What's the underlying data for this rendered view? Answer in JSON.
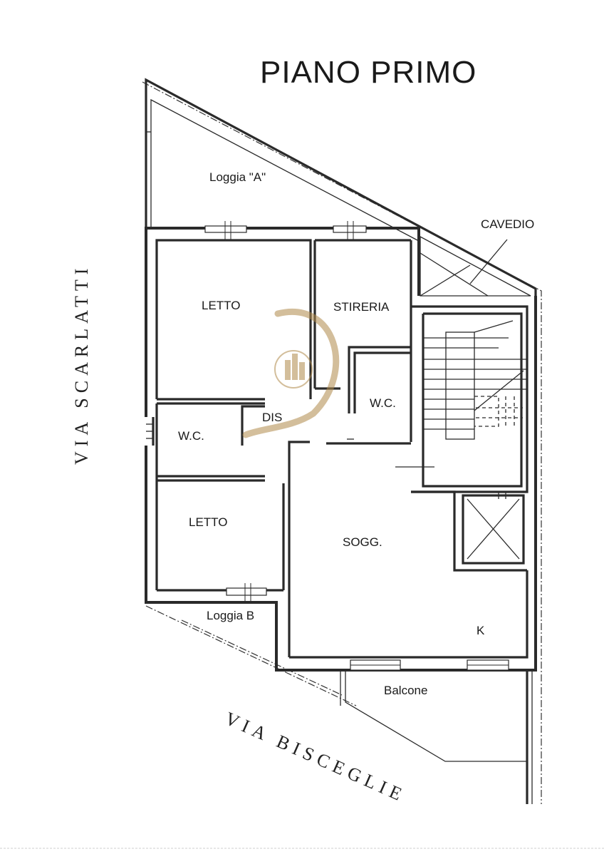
{
  "plan": {
    "title": "PIANO PRIMO",
    "rooms": {
      "loggia_a": "Loggia \"A\"",
      "cavedio": "CAVEDIO",
      "letto_top": "LETTO",
      "stireria": "STIRERIA",
      "wc_right": "W.C.",
      "dis": "DIS",
      "wc_left": "W.C.",
      "letto_bottom": "LETTO",
      "soggiorno": "SOGG.",
      "kitchen": "K",
      "loggia_b": "Loggia B",
      "balcone": "Balcone"
    },
    "streets": {
      "west": "VIA SCARLATTI",
      "south": "VIA BISCEGLIE"
    }
  },
  "colors": {
    "walls": "#2a2a2a",
    "watermark": "#b08a4a"
  }
}
